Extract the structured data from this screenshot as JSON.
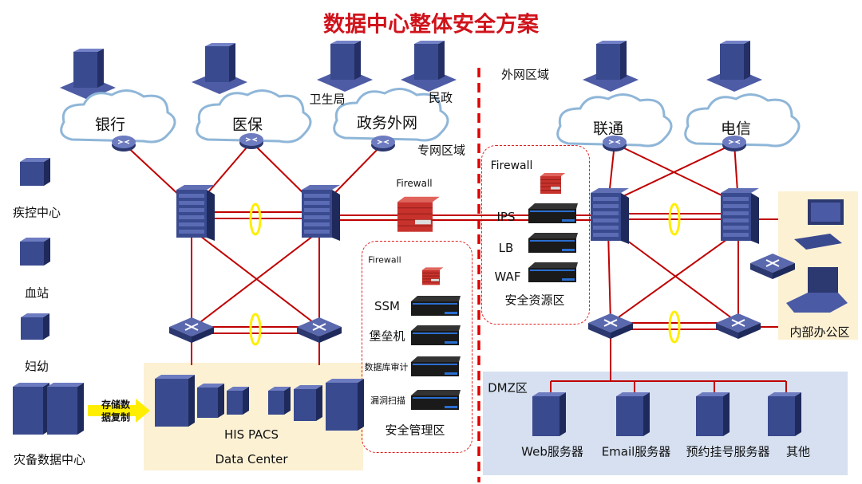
{
  "title": "数据中心整体安全方案",
  "colors": {
    "title": "#d0121b",
    "link": "#c00000",
    "ring": "#ffee00",
    "device": "#3b4a8c",
    "dc_zone": "#fdf1d4",
    "dmz_zone": "#d6e0f0"
  },
  "zones": {
    "outer": "外网区域",
    "private": "专网区域",
    "security_resource": "安全资源区",
    "security_mgmt": "安全管理区",
    "dmz": "DMZ区",
    "internal_office": "内部办公区",
    "data_center": "Data Center"
  },
  "buildings": {
    "wsj": "卫生局",
    "mz": "民政"
  },
  "clouds": [
    "银行",
    "医保",
    "政务外网",
    "联通",
    "电信"
  ],
  "left_sites": [
    "疾控中心",
    "血站",
    "妇幼",
    "灾备数据中心"
  ],
  "replication": [
    "存储数",
    "据复制"
  ],
  "dc_label": "HIS PACS",
  "firewall_main": "Firewall",
  "security_mgmt_devices": {
    "firewall": "Firewall",
    "items": [
      "SSM",
      "堡垒机",
      "数据库审计",
      "漏洞扫描"
    ]
  },
  "security_resource_devices": {
    "firewall": "Firewall",
    "items": [
      "IPS",
      "LB",
      "WAF"
    ]
  },
  "dmz_servers": [
    "Web服务器",
    "Email服务器",
    "预约挂号服务器",
    "其他"
  ]
}
